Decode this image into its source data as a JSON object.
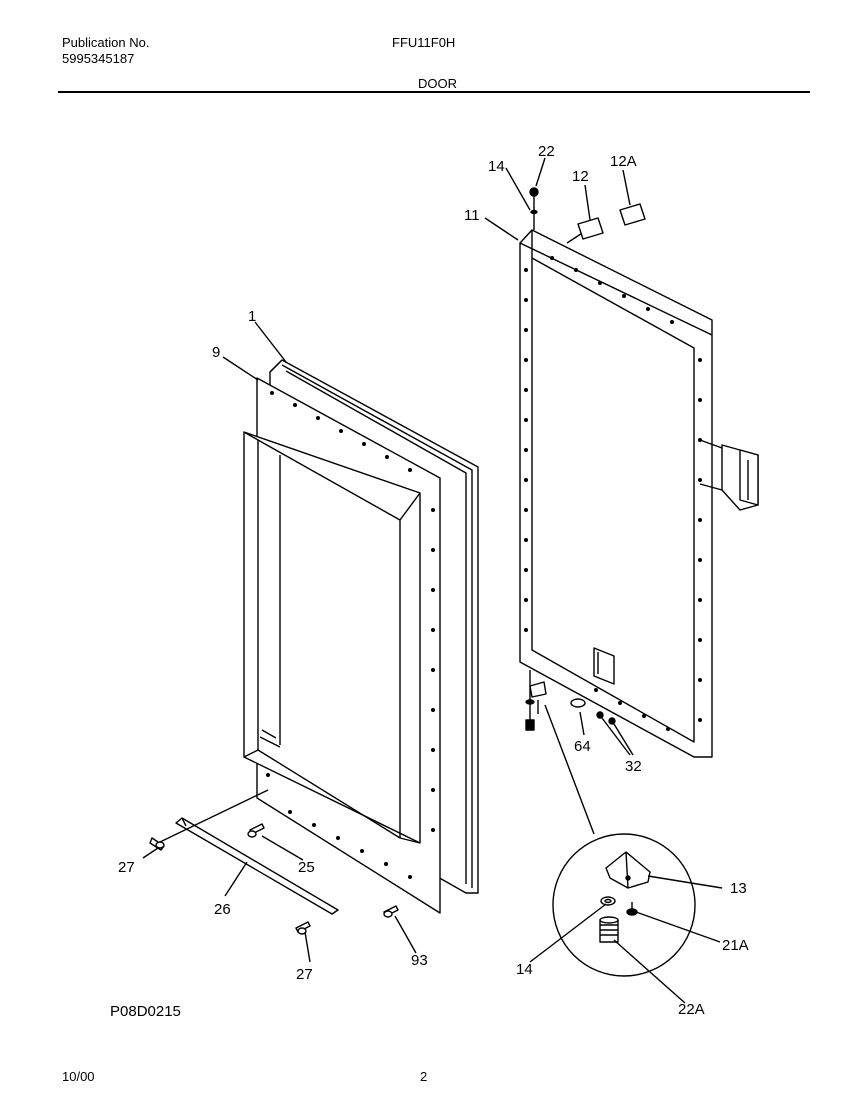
{
  "header": {
    "publication_label": "Publication No.",
    "publication_number": "5995345187",
    "model": "FFU11F0H",
    "section": "DOOR"
  },
  "callouts": {
    "c1": "1",
    "c9": "9",
    "c11": "11",
    "c12": "12",
    "c12a": "12A",
    "c14_top": "14",
    "c22": "22",
    "c64": "64",
    "c32": "32",
    "c13": "13",
    "c21a": "21A",
    "c22a": "22A",
    "c14_inset": "14",
    "c27_left": "27",
    "c25": "25",
    "c26": "26",
    "c27_bottom": "27",
    "c93": "93"
  },
  "footer": {
    "drawing_ref": "P08D0215",
    "date": "10/00",
    "page": "2"
  }
}
